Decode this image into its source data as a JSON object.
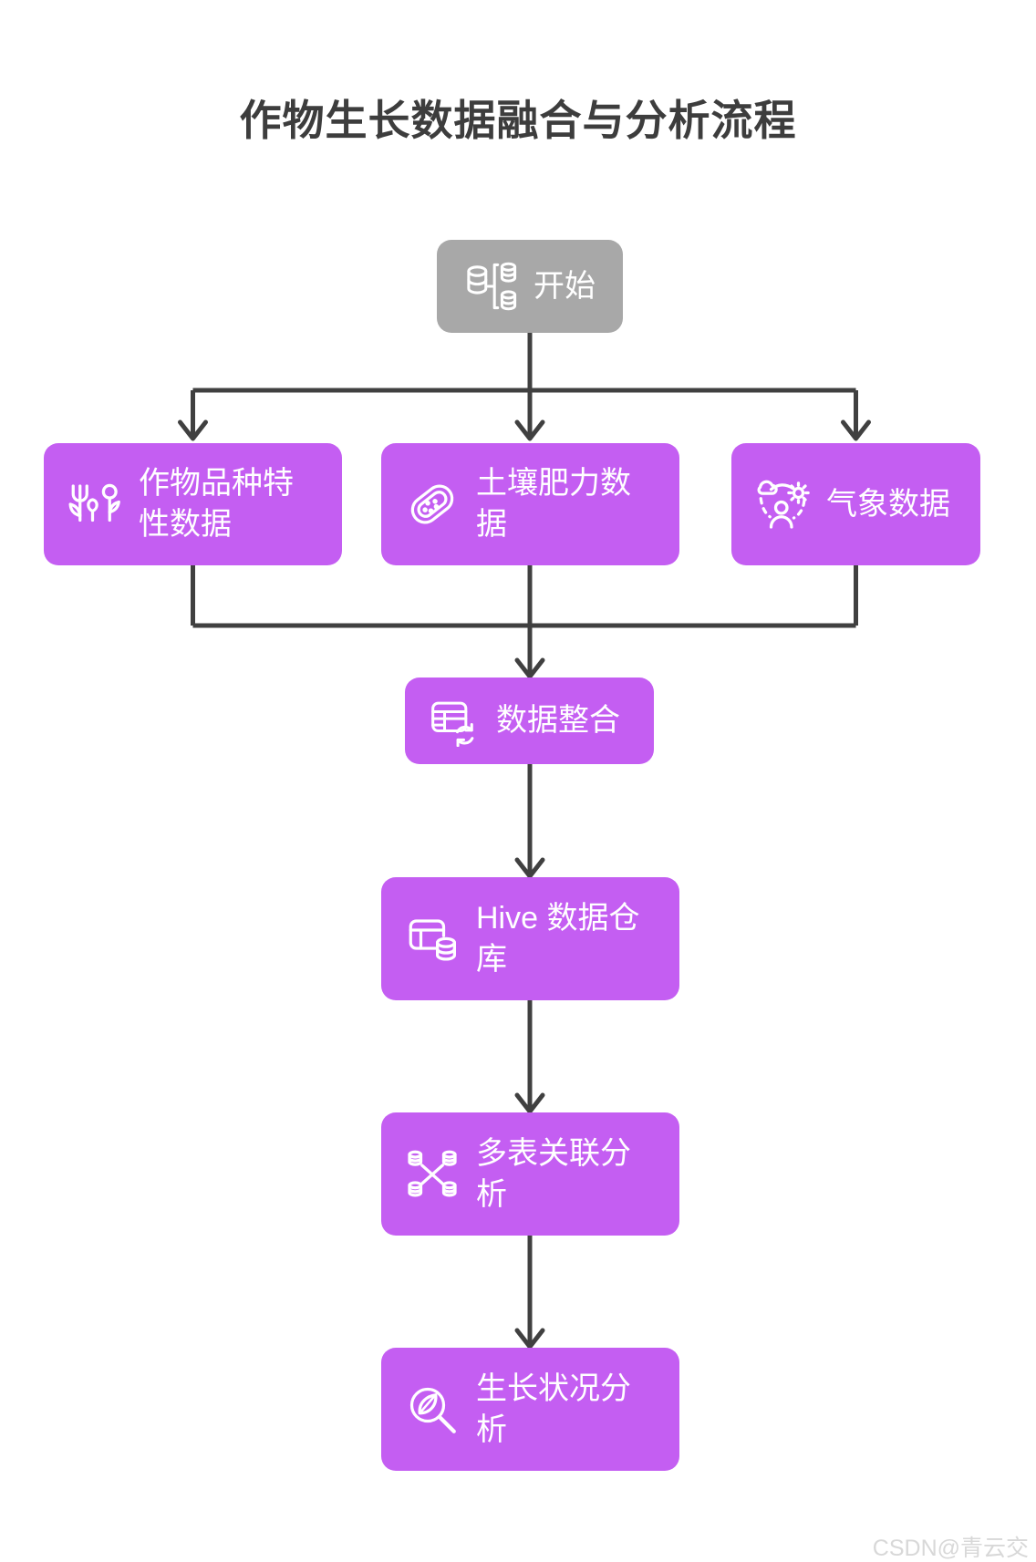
{
  "title": "作物生长数据融合与分析流程",
  "watermark": "CSDN@青云交",
  "colors": {
    "node_fill": "#c45ef2",
    "start_fill": "#a8a8a8",
    "edge": "#404040",
    "title_text": "#3d3d3d",
    "node_text": "#ffffff",
    "watermark_text": "#d8d8d8"
  },
  "nodes": {
    "start": {
      "label": "开始",
      "icon": "data-sources-icon"
    },
    "crop": {
      "label": "作物品种特性数据",
      "icon": "plant-variety-icon"
    },
    "soil": {
      "label": "土壤肥力数据",
      "icon": "soil-sample-icon"
    },
    "weather": {
      "label": "气象数据",
      "icon": "weather-observation-icon"
    },
    "integration": {
      "label": "数据整合",
      "icon": "table-sync-icon"
    },
    "hive": {
      "label": "Hive 数据仓库",
      "icon": "table-database-icon"
    },
    "join": {
      "label": "多表关联分析",
      "icon": "multi-table-join-icon"
    },
    "growth": {
      "label": "生长状况分析",
      "icon": "leaf-search-icon"
    }
  },
  "edges": [
    {
      "from": "start",
      "to": "crop"
    },
    {
      "from": "start",
      "to": "soil"
    },
    {
      "from": "start",
      "to": "weather"
    },
    {
      "from": "crop",
      "to": "integration"
    },
    {
      "from": "soil",
      "to": "integration"
    },
    {
      "from": "weather",
      "to": "integration"
    },
    {
      "from": "integration",
      "to": "hive"
    },
    {
      "from": "hive",
      "to": "join"
    },
    {
      "from": "join",
      "to": "growth"
    }
  ]
}
